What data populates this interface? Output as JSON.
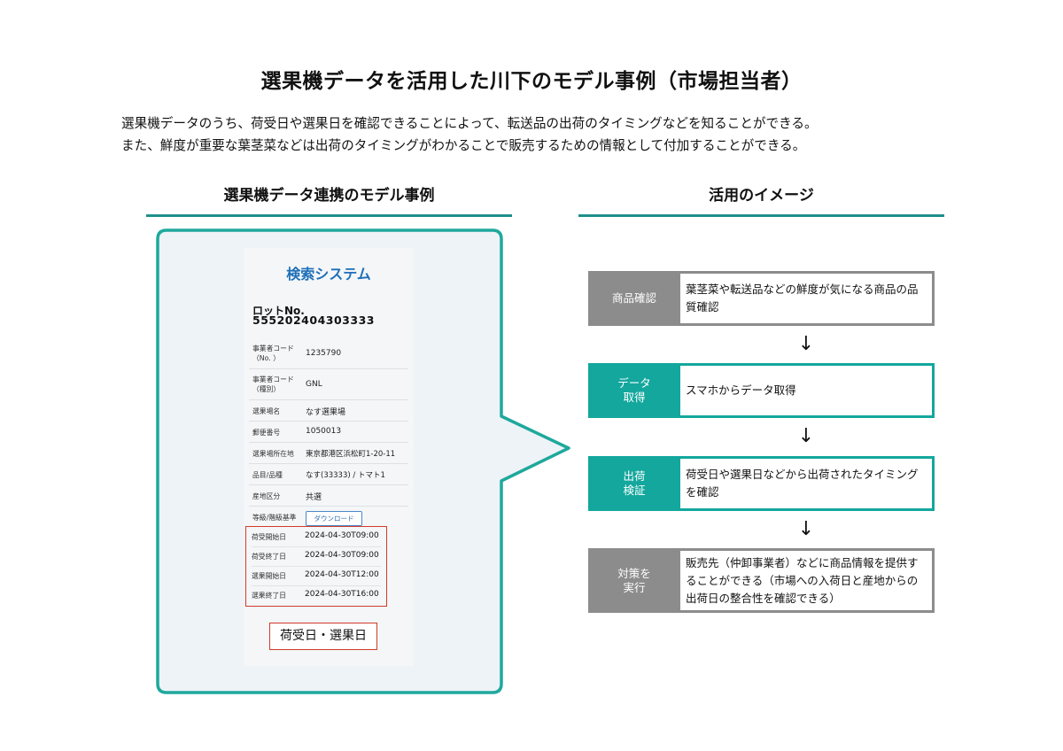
{
  "title": "選果機データを活用した川下のモデル事例（市場担当者）",
  "description": [
    "選果機データのうち、荷受日や選果日を確認できることによって、転送品の出荷のタイミングなどを知ることができる。",
    "また、鮮度が重要な葉茎菜などは出荷のタイミングがわかることで販売するための情報として付加することができる。"
  ],
  "left_section": {
    "heading": "選果機データ連携のモデル事例",
    "system_title": "検索システム",
    "lot_label": "ロットNo.",
    "lot_number": "555202404303333",
    "fields": [
      {
        "key": "事業者コード\n（No. ）",
        "value": "1235790"
      },
      {
        "key": "事業者コード\n（種別）",
        "value": "GNL"
      },
      {
        "key": "選果場名",
        "value": "なす選果場"
      },
      {
        "key": "郵便番号",
        "value": "1050013"
      },
      {
        "key": "選果場所在地",
        "value": "東京都港区浜松町1-20-11"
      },
      {
        "key": "品目/品種",
        "value": "なす(33333) / トマト1"
      },
      {
        "key": "産地区分",
        "value": "共選"
      },
      {
        "key": "等級/階級基準",
        "value": "ダウンロード"
      }
    ],
    "dates": [
      {
        "key": "荷受開始日",
        "value": "2024-04-30T09:00"
      },
      {
        "key": "荷受終了日",
        "value": "2024-04-30T09:00"
      },
      {
        "key": "選果開始日",
        "value": "2024-04-30T12:00"
      },
      {
        "key": "選果終了日",
        "value": "2024-04-30T16:00"
      }
    ],
    "highlight_tag": "荷受日・選果日"
  },
  "right_section": {
    "heading": "活用のイメージ",
    "steps": [
      {
        "label": "商品確認",
        "text": "葉茎菜や転送品などの鮮度が気になる商品の品質確認",
        "color": "#8c8c8c"
      },
      {
        "label": "データ\n取得",
        "text": "スマホからデータ取得",
        "color": "#13a79d"
      },
      {
        "label": "出荷\n検証",
        "text": "荷受日や選果日などから出荷されたタイミングを確認",
        "color": "#13a79d"
      },
      {
        "label": "対策を\n実行",
        "text": "販売先（仲卸事業者）などに商品情報を提供することができる（市場への入荷日と産地からの出荷日の整合性を確認できる）",
        "color": "#8c8c8c"
      }
    ],
    "arrow": "↓"
  },
  "colors": {
    "teal": "#13a79d",
    "gray": "#8c8c8c",
    "highlight_red": "#d23b2a",
    "accent_blue": "#1e6fb8"
  }
}
